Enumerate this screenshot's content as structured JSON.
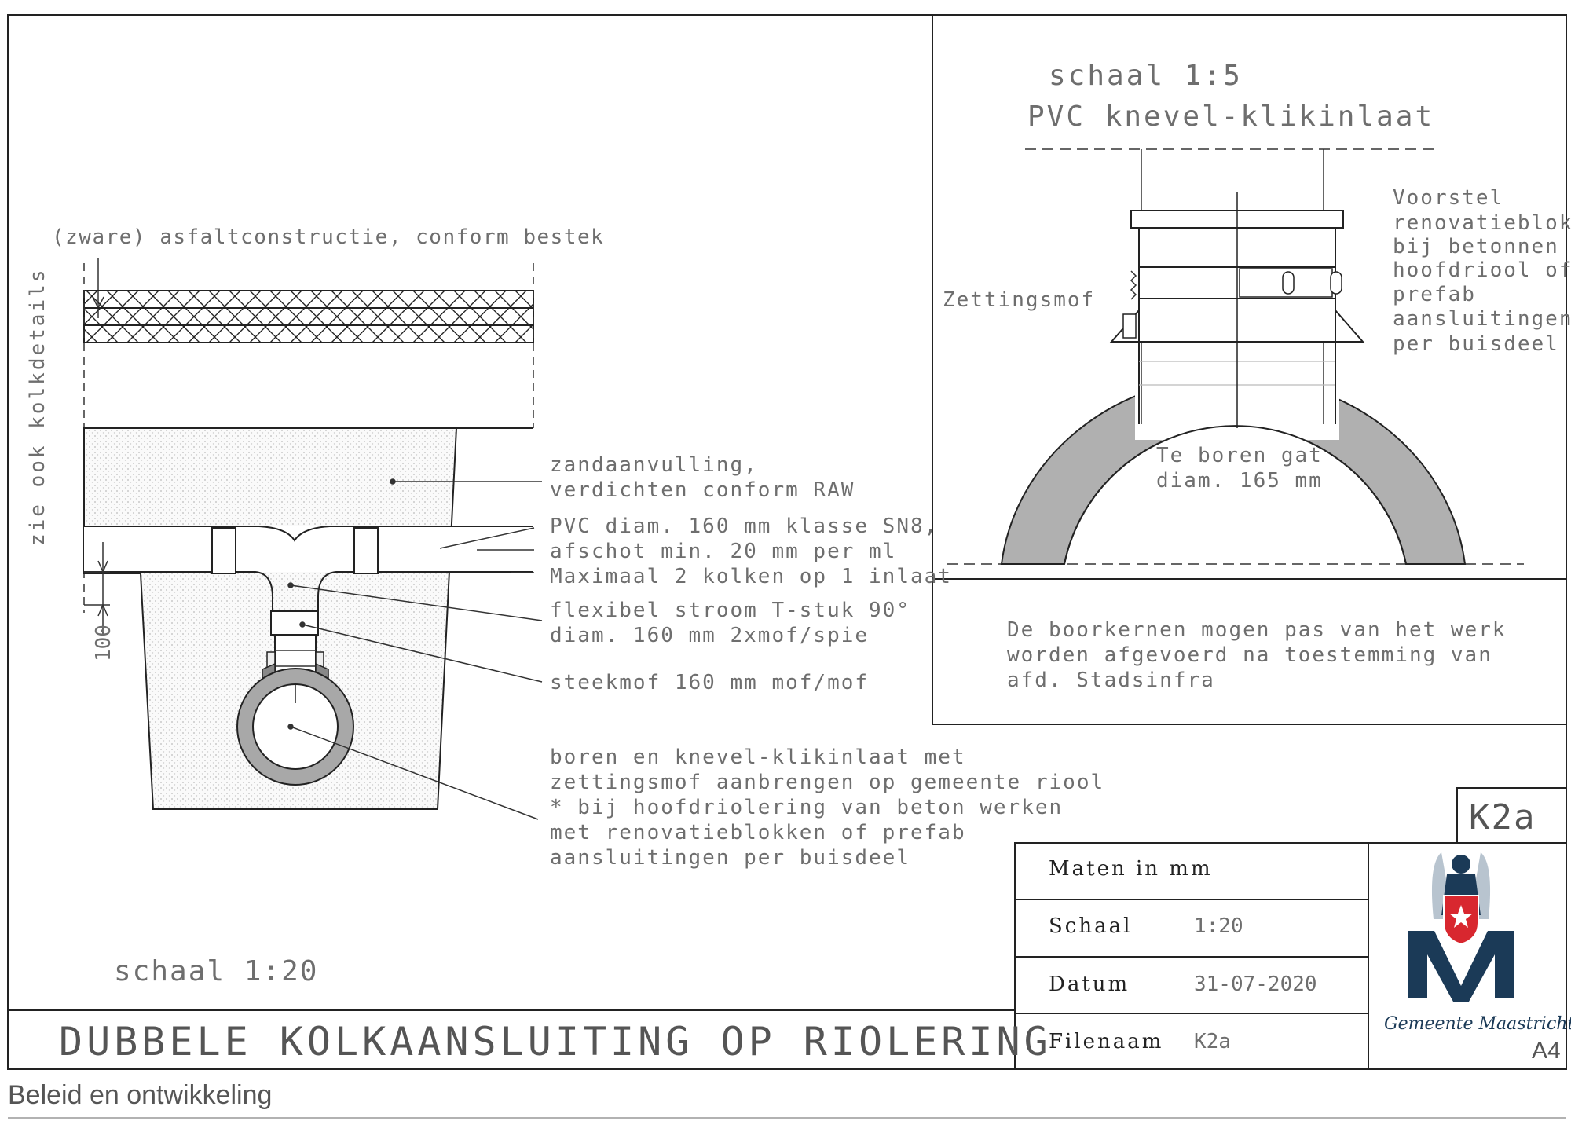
{
  "left_detail": {
    "side_note": "zie ook kolkdetails",
    "asphalt_label": "(zware) asfaltconstructie, conform bestek",
    "sand_label": [
      "zandaanvulling,",
      "verdichten conform RAW"
    ],
    "pvc_label": [
      "PVC diam. 160 mm klasse SN8,",
      "afschot min. 20 mm per ml",
      "Maximaal 2 kolken op 1 inlaat"
    ],
    "tee_label": [
      "flexibel stroom T-stuk 90°",
      "diam. 160 mm 2xmof/spie"
    ],
    "socket_label": "steekmof 160 mm mof/mof",
    "drill_label": [
      "boren en knevel-klikinlaat met",
      "zettingsmof aanbrengen op gemeente riool",
      "* bij hoofdriolering van beton werken",
      "met renovatieblokken of prefab",
      "aansluitingen per buisdeel"
    ],
    "dimension": "100",
    "scale": "schaal 1:20"
  },
  "right_detail": {
    "scale": "schaal 1:5",
    "title": "PVC knevel-klikinlaat",
    "zettingsmof": "Zettingsmof",
    "proposal": [
      "Voorstel",
      "renovatieblok",
      "bij betonnen",
      "hoofdriool of",
      "prefab",
      "aansluitingen",
      "per buisdeel"
    ],
    "hole": [
      "Te boren gat",
      "diam. 165 mm"
    ]
  },
  "note": [
    "De boorkernen mogen pas van het werk",
    "worden afgevoerd na toestemming van",
    "afd. Stadsinfra"
  ],
  "title_block": {
    "sheet_code": "K2a",
    "units": "Maten in mm",
    "scale_label": "Schaal",
    "scale_value": "1:20",
    "date_label": "Datum",
    "date_value": "31-07-2020",
    "file_label": "Filenaam",
    "file_value": "K2a",
    "org": "Gemeente Maastricht",
    "paper": "A4",
    "drawing_title": "DUBBELE KOLKAANSLUITING OP RIOLERING",
    "department": "Beleid en ontwikkeling"
  },
  "colors": {
    "logo_navy": "#1b3a57",
    "logo_red": "#d8272f",
    "pipe_grey": "#a8a8a8"
  }
}
